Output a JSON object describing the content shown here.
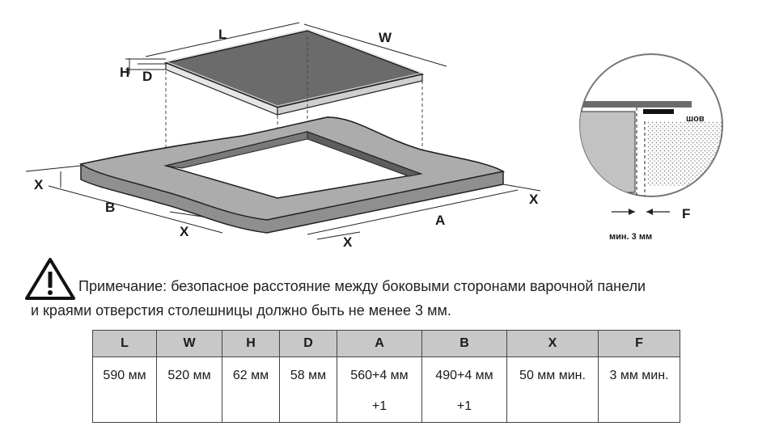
{
  "diagram": {
    "labels": {
      "L": "L",
      "W": "W",
      "H": "H",
      "D": "D",
      "X": "X",
      "A": "A",
      "B": "B",
      "F": "F"
    },
    "detail": {
      "seam": "шов",
      "min_gap": "мин. 3 мм"
    }
  },
  "note": {
    "line1": "Примечание: безопасное расстояние между боковыми сторонами варочной панели",
    "line2": "и краями отверстия столешницы должно быть не менее 3 мм."
  },
  "table": {
    "headers": [
      "L",
      "W",
      "H",
      "D",
      "A",
      "B",
      "X",
      "F"
    ],
    "values": [
      {
        "main": "590 мм",
        "sub": ""
      },
      {
        "main": "520 мм",
        "sub": ""
      },
      {
        "main": "62 мм",
        "sub": ""
      },
      {
        "main": "58 мм",
        "sub": ""
      },
      {
        "main": "560+4 мм",
        "sub": "+1"
      },
      {
        "main": "490+4 мм",
        "sub": "+1"
      },
      {
        "main": "50 мм мин.",
        "sub": ""
      },
      {
        "main": "3 мм мин.",
        "sub": ""
      }
    ]
  },
  "colors": {
    "cooktop_top": "#6b6b6b",
    "cooktop_side": "#d8d8d8",
    "countertop": "#a9a9a9",
    "cutout_inner": "#7a7a7a",
    "table_header": "#c8c8c8"
  }
}
